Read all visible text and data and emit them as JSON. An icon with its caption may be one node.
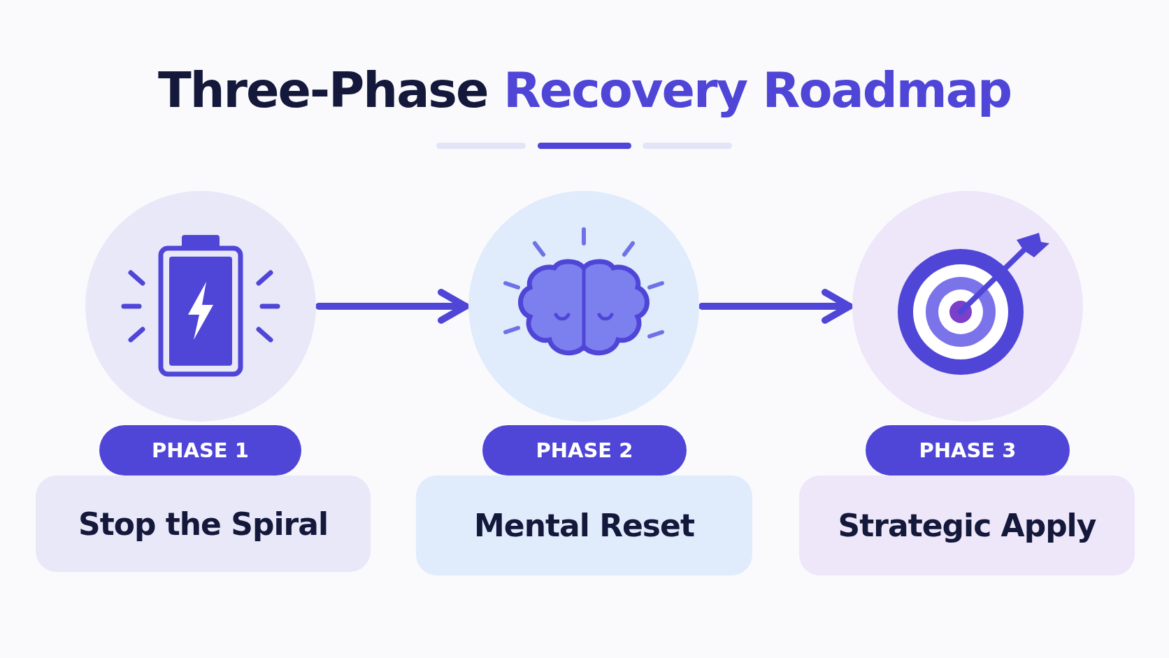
{
  "diagram": {
    "title": "Three-Phase **Recovery Roadmap**",
    "nodes": [
      {
        "text": [],
        "shape": "circle"
      },
      {
        "text": [
          "PHASE 1"
        ]
      },
      {
        "text": [
          "Stop the Spiral"
        ]
      },
      {
        "text": [],
        "shape": "circle"
      },
      {
        "text": [
          "PHASE 2"
        ]
      },
      {
        "text": [
          "Mental Reset"
        ]
      },
      {
        "text": [],
        "shape": "circle"
      },
      {
        "text": [
          "PHASE 3"
        ]
      },
      {
        "text": [
          "Strategic Apply"
        ]
      }
    ],
    "edges": [
      {
        "from": 0,
        "to": 3,
        "arrow": "to"
      },
      {
        "from": 3,
        "to": 6,
        "arrow": "to"
      }
    ]
  }
}
